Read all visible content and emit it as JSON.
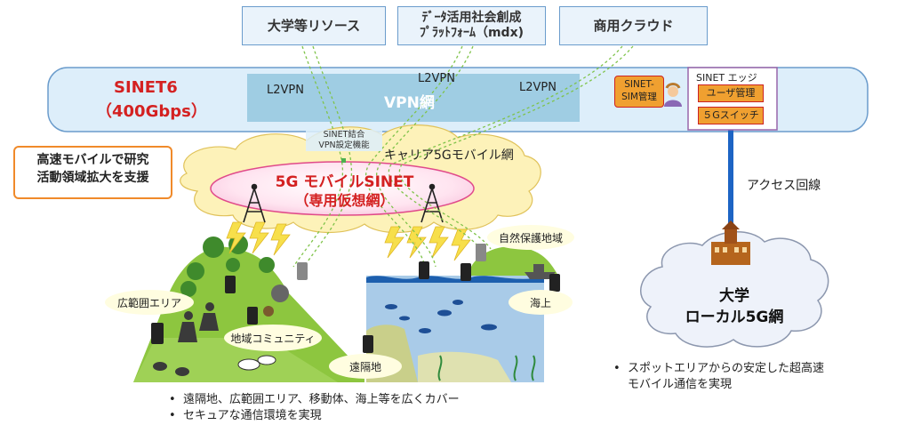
{
  "resources": {
    "university": "大学等リソース",
    "mdx_line1": "ﾃﾞｰﾀ活用社会創成",
    "mdx_line2": "ﾌﾟﾗｯﾄﾌｫｰﾑ（mdx)",
    "cloud": "商用クラウド"
  },
  "sinet6": {
    "name": "SINET6",
    "speed": "（400Gbps）",
    "vpn_net": "VPN網",
    "l2vpn_left": "L2VPN",
    "l2vpn_center": "L2VPN",
    "l2vpn_right": "L2VPN",
    "sim_mgmt": "SINET-\nSIM管理",
    "edge_title": "SINET エッジ",
    "user_mgmt": "ユーザ管理",
    "switch_5g": "５Gスイッチ",
    "vpn_setting": "SINET結合\nVPN設定機能"
  },
  "mobile": {
    "research_callout": "高速モバイルで研究\n活動領域拡大を支援",
    "carrier_net": "キャリア5Gモバイル網",
    "sinet_5g_line1": "5G モバイルSINET",
    "sinet_5g_line2": "（専用仮想網）"
  },
  "areas": {
    "nature": "自然保護地域",
    "wide": "広範囲エリア",
    "sea": "海上",
    "community": "地域コミュニティ",
    "remote": "遠隔地"
  },
  "campus": {
    "access_line": "アクセス回線",
    "local_5g_line1": "大学",
    "local_5g_line2": "ローカル5G網"
  },
  "bullets_left": [
    "遠隔地、広範囲エリア、移動体、海上等を広くカバー",
    "セキュアな通信環境を実現"
  ],
  "bullets_right": [
    "スポットエリアからの安定した超高速\nモバイル通信を実現"
  ],
  "colors": {
    "red": "#d42121",
    "orange": "#f0a030",
    "band": "#ddeefa",
    "vpn": "#9fcde3",
    "green": "#76b43a",
    "sea": "#a9cbe8"
  }
}
